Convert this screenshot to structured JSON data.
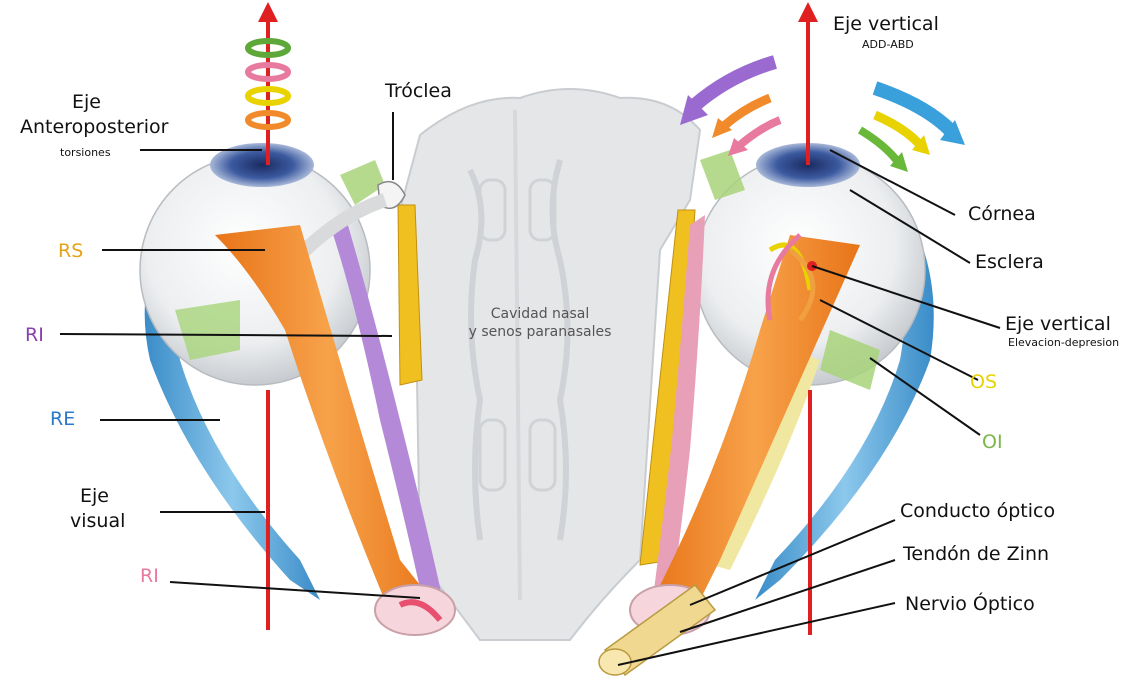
{
  "labels": {
    "troclea": "Tróclea",
    "eje_antero_1": "Eje",
    "eje_antero_2": "Anteroposterior",
    "torsiones": "torsiones",
    "rs": "RS",
    "ri_top": "RI",
    "re": "RE",
    "eje_visual_1": "Eje",
    "eje_visual_2": "visual",
    "ri_bottom": "RI",
    "cavidad_1": "Cavidad nasal",
    "cavidad_2": "y senos paranasales",
    "eje_vertical_top": "Eje vertical",
    "add_abd": "ADD-ABD",
    "cornea": "Córnea",
    "esclera": "Esclera",
    "eje_vertical_mid": "Eje vertical",
    "elevacion": "Elevacion-depresion",
    "os": "OS",
    "oi": "OI",
    "conducto": "Conducto óptico",
    "tendon": "Tendón de Zinn",
    "nervio": "Nervio Óptico"
  },
  "colors": {
    "axis_red": "#e02020",
    "rs_label": "#e6a317",
    "ri_label": "#8a3fb0",
    "re_label": "#2a78c8",
    "ri_bottom_label": "#e87aa0",
    "os_label": "#e8d200",
    "oi_label": "#7ab648",
    "muscle_orange": "#f08a2a",
    "muscle_blue": "#58a8dc",
    "muscle_purple": "#b48ad8",
    "muscle_yellow": "#f0c020",
    "muscle_green": "#a8d47a"
  }
}
